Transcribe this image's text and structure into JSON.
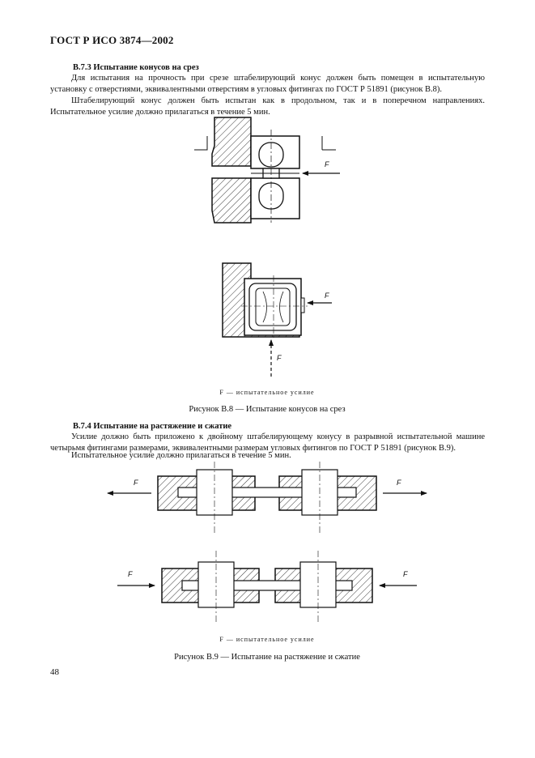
{
  "header": "ГОСТ Р ИСО 3874—2002",
  "section_b73": {
    "title": "B.7.3  Испытание конусов на срез",
    "para1": "Для испытания на прочность при срезе штабелирующий конус должен быть помещен в испытательную установку с отверстиями, эквивалентными отверстиям в угловых фитингах по ГОСТ Р 51891 (рисунок В.8).",
    "para2": "Штабелирующий конус должен быть испытан как в продольном, так и в поперечном направлениях. Испытательное усилие должно прилагаться в течение 5 мин."
  },
  "figure_b8": {
    "force_label": "F",
    "legend": "F — испытательное усилие",
    "caption": "Рисунок В.8 — Испытание конусов на срез"
  },
  "section_b74": {
    "title": "B.7.4  Испытание на растяжение и сжатие",
    "para1": "Усилие должно быть приложено к двойному штабелирующему конусу в разрывной испытательной машине четырьмя фитингами размерами, эквивалентными размерам угловых фитингов по ГОСТ Р 51891 (рисунок В.9).",
    "para2": "Испытательное усилие должно прилагаться в течение 5 мин."
  },
  "figure_b9": {
    "force_label": "F",
    "legend": "F — испытательное усилие",
    "caption": "Рисунок В.9 — Испытание на растяжение и сжатие"
  },
  "page_number": "48"
}
